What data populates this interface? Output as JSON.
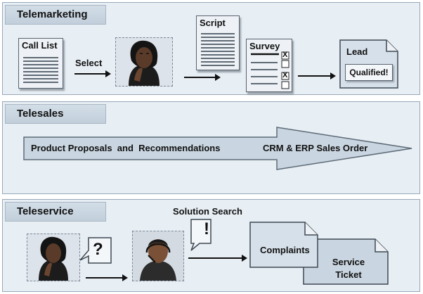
{
  "telemarketing": {
    "title": "Telemarketing",
    "call_list_label": "Call List",
    "select_label": "Select",
    "script_label": "Script",
    "survey_label": "Survey",
    "survey_check": "X",
    "lead_label": "Lead",
    "qualified_label": "Qualified!"
  },
  "telesales": {
    "title": "Telesales",
    "arrow_text_1": "Product Proposals  and  Recommendations",
    "arrow_text_2": "CRM & ERP Sales Order"
  },
  "teleservice": {
    "title": "Teleservice",
    "solution_search_label": "Solution Search",
    "question_mark": "?",
    "exclamation_mark": "!",
    "complaints_label": "Complaints",
    "service_ticket_label": "Service Ticket"
  },
  "colors": {
    "panel_bg": "#e7eef4",
    "title_tab": "#c8d4df",
    "doc_bg": "#eef2f6",
    "arrow_fill": "#c9d5e0"
  },
  "icons": [
    "woman-photo",
    "man-headset-photo",
    "document-icon",
    "survey-form-icon",
    "speech-bubble-icon"
  ]
}
